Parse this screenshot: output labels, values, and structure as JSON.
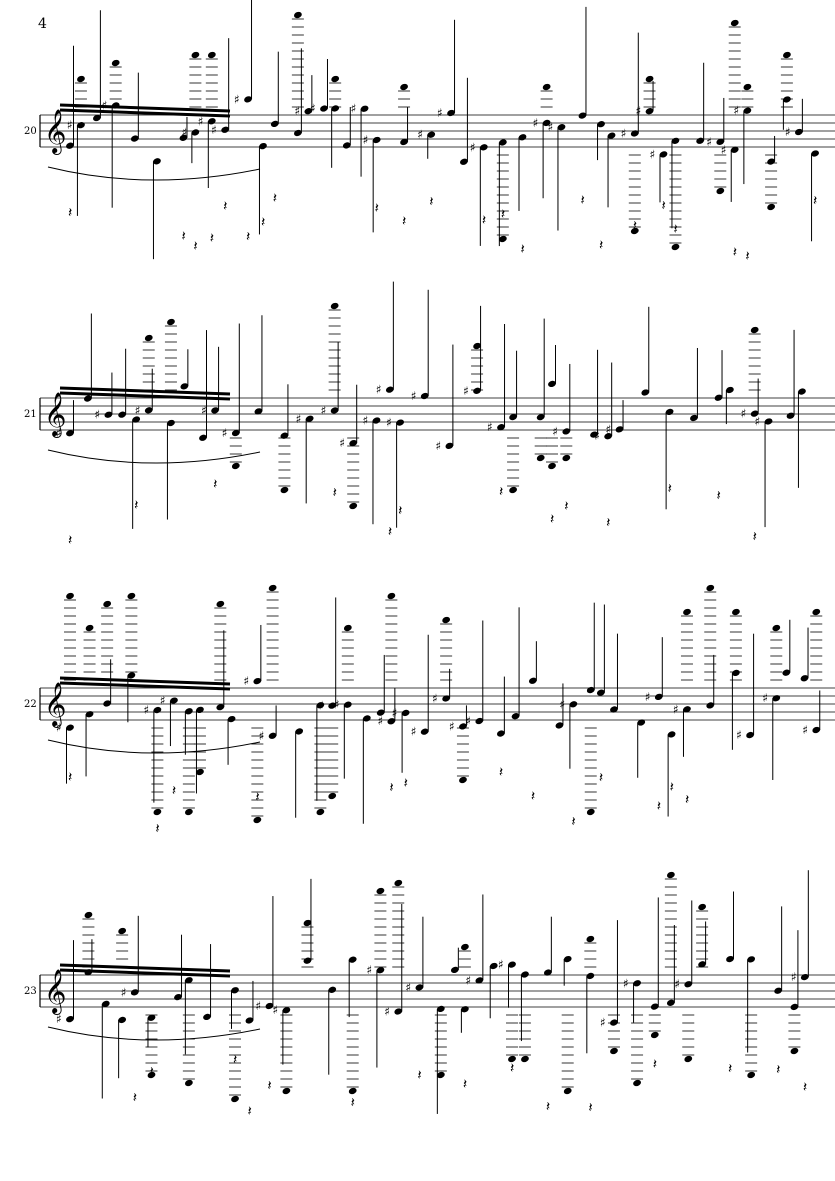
{
  "page": {
    "page_number": "4"
  },
  "systems": [
    {
      "measure_number": "20"
    },
    {
      "measure_number": "21"
    },
    {
      "measure_number": "22"
    },
    {
      "measure_number": "23"
    }
  ],
  "ink_color": "#000000"
}
